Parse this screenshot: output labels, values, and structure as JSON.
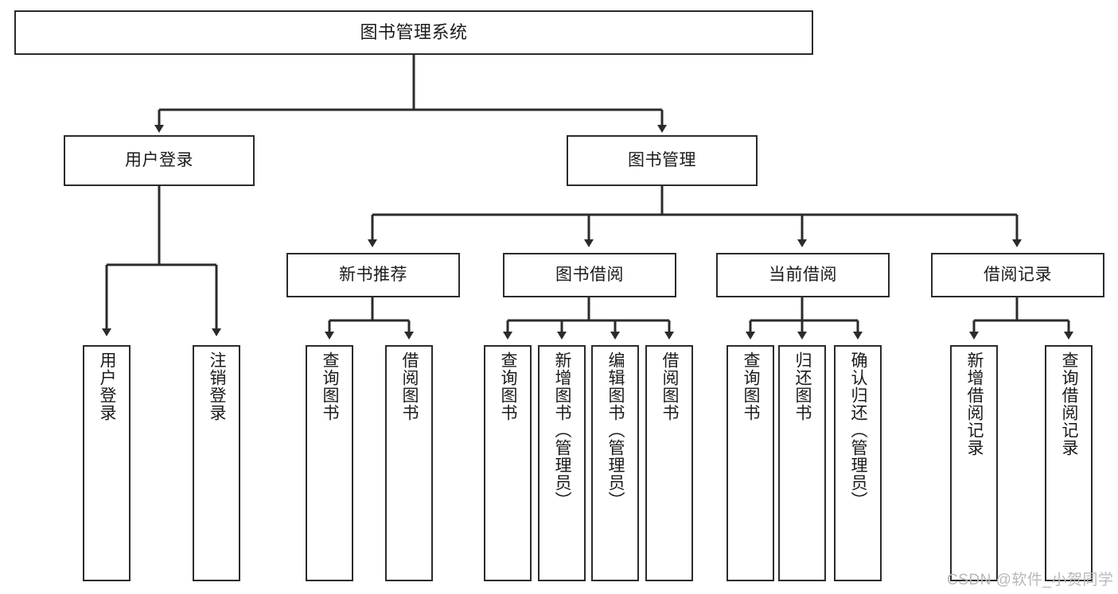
{
  "diagram": {
    "title": "图书管理系统",
    "style": {
      "box_border_color": "#2b2b2b",
      "box_fill_color": "#ffffff",
      "connector_color": "#2b2b2b",
      "text_color": "#1b1b1b",
      "background": "#ffffff"
    },
    "root": {
      "label": "图书管理系统",
      "orientation": "horizontal"
    },
    "level2": [
      {
        "label": "用户登录",
        "orientation": "horizontal"
      },
      {
        "label": "图书管理",
        "orientation": "horizontal"
      }
    ],
    "level3": [
      {
        "label": "新书推荐",
        "orientation": "horizontal"
      },
      {
        "label": "图书借阅",
        "orientation": "horizontal"
      },
      {
        "label": "当前借阅",
        "orientation": "horizontal"
      },
      {
        "label": "借阅记录",
        "orientation": "horizontal"
      }
    ],
    "leaves_user_login": [
      {
        "label": "用户登录",
        "orientation": "vertical"
      },
      {
        "label": "注销登录",
        "orientation": "vertical"
      }
    ],
    "leaves_new_book": [
      {
        "label": "查询图书",
        "orientation": "vertical"
      },
      {
        "label": "借阅图书",
        "orientation": "vertical"
      }
    ],
    "leaves_borrow": [
      {
        "label": "查询图书",
        "orientation": "vertical"
      },
      {
        "label": "新增图书（管理员）",
        "orientation": "vertical"
      },
      {
        "label": "编辑图书（管理员）",
        "orientation": "vertical"
      },
      {
        "label": "借阅图书",
        "orientation": "vertical"
      }
    ],
    "leaves_current": [
      {
        "label": "查询图书",
        "orientation": "vertical"
      },
      {
        "label": "归还图书",
        "orientation": "vertical"
      },
      {
        "label": "确认归还（管理员）",
        "orientation": "vertical"
      }
    ],
    "leaves_records": [
      {
        "label": "新增借阅记录",
        "orientation": "vertical"
      },
      {
        "label": "查询借阅记录",
        "orientation": "vertical"
      }
    ]
  },
  "watermark": {
    "text": "CSDN @软件_小贺同学"
  }
}
